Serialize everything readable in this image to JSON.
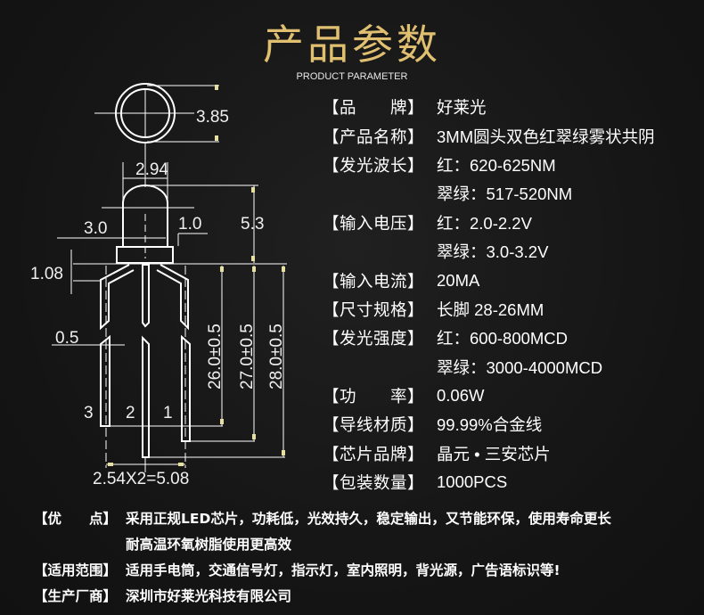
{
  "header": {
    "title": "产品参数",
    "subtitle": "PRODUCT PARAMETER"
  },
  "drawing": {
    "diameter": "3.85",
    "dome_width": "2.94",
    "dome_height": "5.3",
    "flange_width": "3.0",
    "flange_offset": "1.0",
    "flange_height": "1.08",
    "lead_width": "0.5",
    "lead1_length": "26.0±0.5",
    "lead2_length": "27.0±0.5",
    "lead3_length": "28.0±0.5",
    "pin_labels": [
      "3",
      "2",
      "1"
    ],
    "pitch": "2.54X2=5.08"
  },
  "specs": [
    {
      "label": "【品　　牌】",
      "value": "好莱光"
    },
    {
      "label": "【产品名称】",
      "value": "3MM圆头双色红翠绿雾状共阴"
    },
    {
      "label": "【发光波长】",
      "value": "红：620-625NM"
    },
    {
      "label": "",
      "value": "翠绿：517-520NM"
    },
    {
      "label": "【输入电压】",
      "value": "红：2.0-2.2V"
    },
    {
      "label": "",
      "value": "翠绿：3.0-3.2V"
    },
    {
      "label": "【输入电流】",
      "value": "20MA"
    },
    {
      "label": "【尺寸规格】",
      "value": "长脚 28-26MM"
    },
    {
      "label": "【发光强度】",
      "value": "红：600-800MCD"
    },
    {
      "label": "",
      "value": "翠绿：3000-4000MCD"
    },
    {
      "label": "【功　　率】",
      "value": "0.06W"
    },
    {
      "label": "【导线材质】",
      "value": "99.99%合金线"
    },
    {
      "label": "【芯片品牌】",
      "value": "晶元 • 三安芯片"
    },
    {
      "label": "【包装数量】",
      "value": "1000PCS"
    }
  ],
  "notes": [
    {
      "label": "【优　　点】",
      "lines": [
        "采用正规LED芯片，功耗低，光效持久，稳定输出，又节能环保，使用寿命更长",
        "耐高温环氧树脂使用更高效"
      ]
    },
    {
      "label": "【适用范围】",
      "lines": [
        "适用手电筒，交通信号灯，指示灯，室内照明，背光源，广告语标识等!"
      ]
    },
    {
      "label": "【生产厂商】",
      "lines": [
        "深圳市好莱光科技有限公司"
      ]
    }
  ],
  "colors": {
    "title": "#e0c070",
    "dimension": "#e8e0a0",
    "line": "#ffffff"
  }
}
